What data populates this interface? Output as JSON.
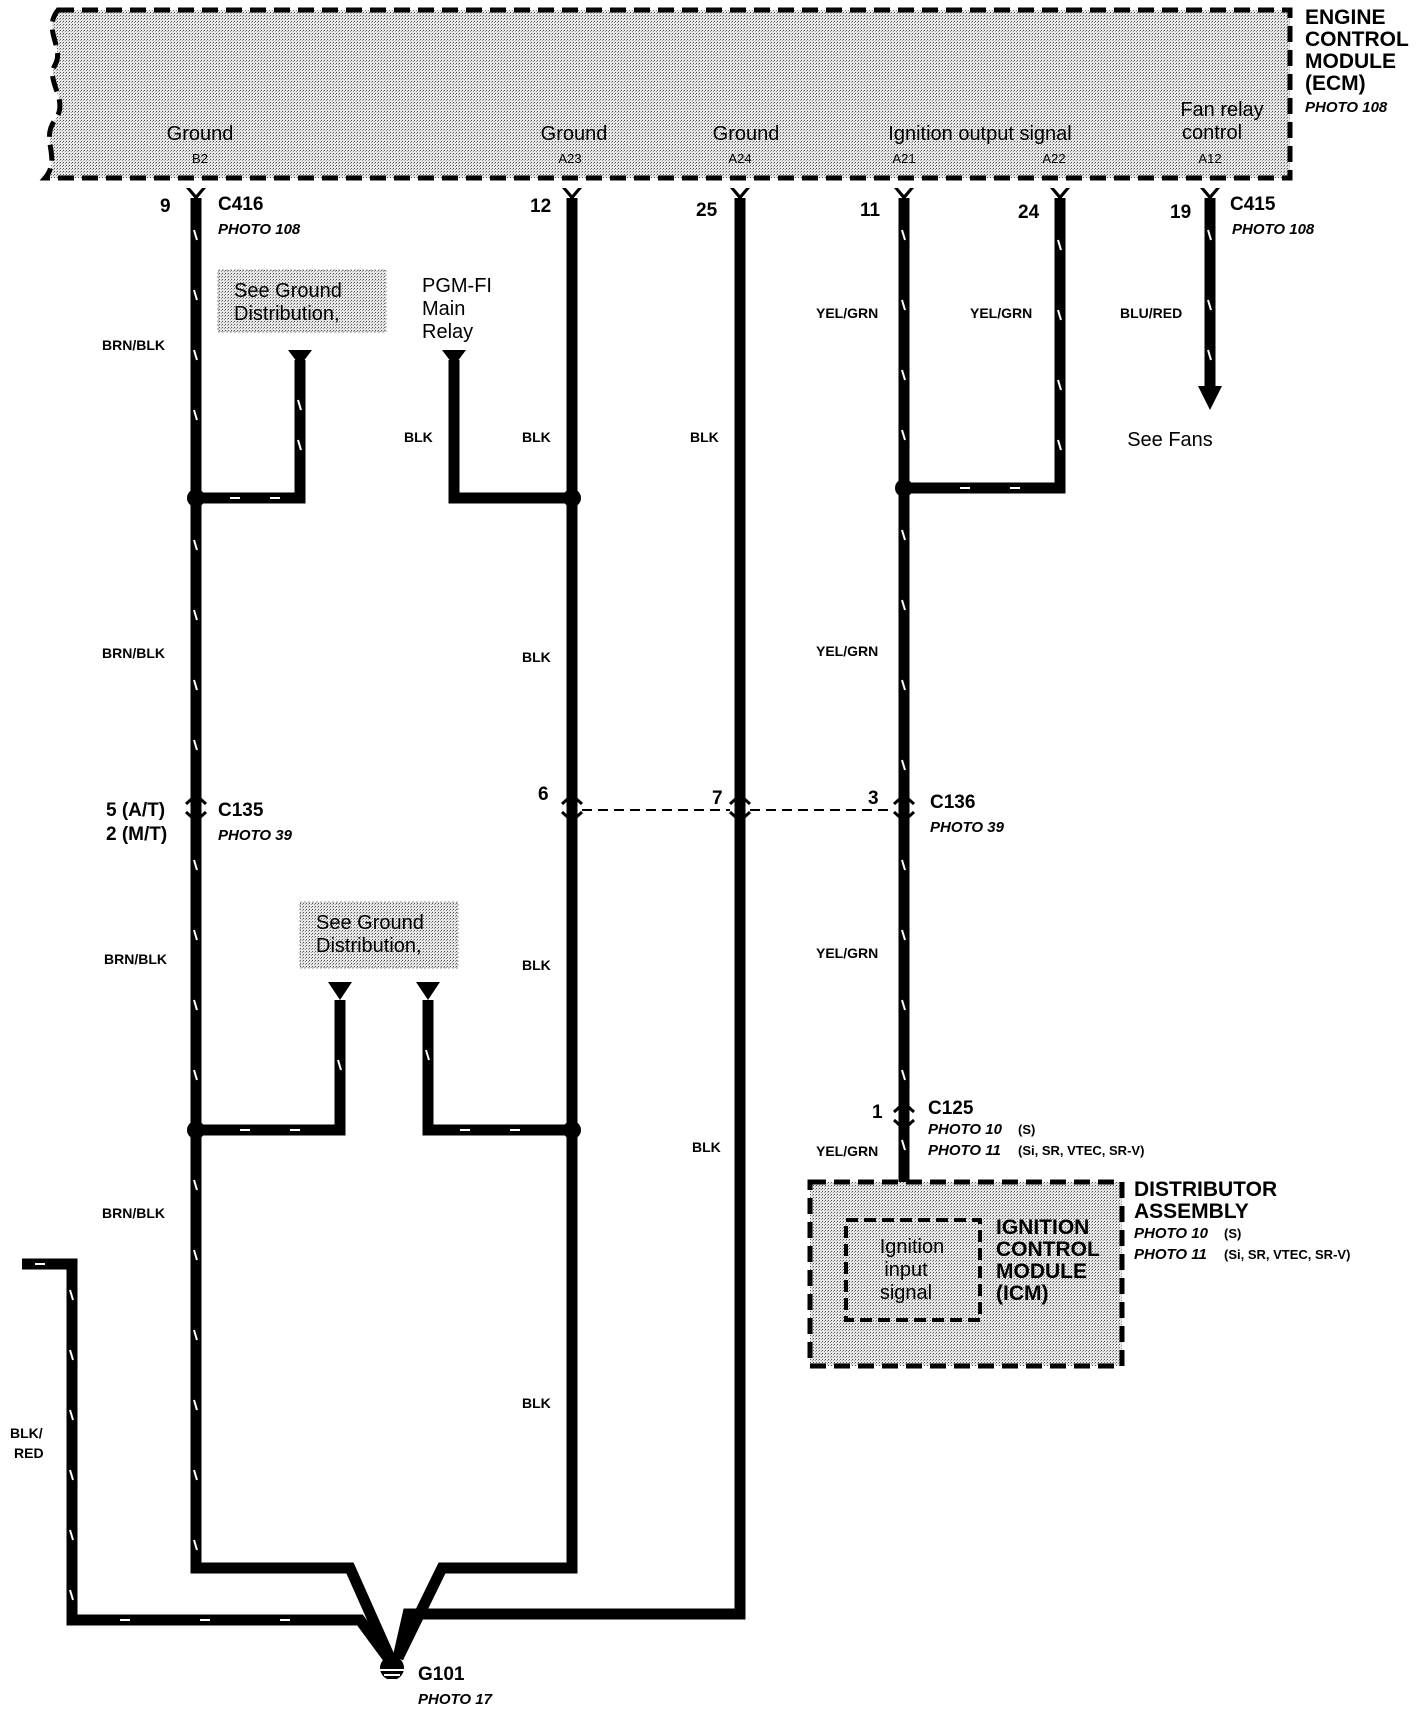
{
  "ecm": {
    "title": [
      "ENGINE",
      "CONTROL",
      "MODULE",
      "(ECM)"
    ],
    "photo": "PHOTO 108",
    "pins": [
      {
        "label": "Ground",
        "code": "B2"
      },
      {
        "label": "Ground",
        "code": "A23"
      },
      {
        "label": "Ground",
        "code": "A24"
      },
      {
        "label": "Ignition output signal",
        "code": "A21"
      },
      {
        "label": "",
        "code": "A22"
      },
      {
        "label": "Fan relay control",
        "code": "A12"
      }
    ]
  },
  "connectors": {
    "c416": {
      "name": "C416",
      "photo": "PHOTO 108"
    },
    "c415": {
      "name": "C415",
      "photo": "PHOTO 108"
    },
    "c135": {
      "name": "C135",
      "photo": "PHOTO 39",
      "pin_at": "5 (A/T)",
      "pin_mt": "2 (M/T)"
    },
    "c136": {
      "name": "C136",
      "photo": "PHOTO 39"
    },
    "c125": {
      "name": "C125",
      "photo1": "PHOTO 10",
      "photo1_note": "(S)",
      "photo2": "PHOTO 11",
      "photo2_note": "(Si, SR, VTEC, SR-V)"
    }
  },
  "pin_numbers": {
    "p9": "9",
    "p12": "12",
    "p25": "25",
    "p11": "11",
    "p24": "24",
    "p19": "19",
    "p6": "6",
    "p7": "7",
    "p3": "3",
    "p1": "1"
  },
  "wire_colors": {
    "brn_blk": "BRN/BLK",
    "blk": "BLK",
    "yel_grn": "YEL/GRN",
    "blu_red": "BLU/RED",
    "blk_red_1": "BLK/",
    "blk_red_2": "RED"
  },
  "refs": {
    "see_ground_1": "See Ground",
    "see_ground_2": "Distribution,",
    "pgm_fi": [
      "PGM-FI",
      "Main",
      "Relay"
    ],
    "see_fans": "See Fans"
  },
  "distributor": {
    "title": [
      "DISTRIBUTOR",
      "ASSEMBLY"
    ],
    "photo1": "PHOTO 10",
    "photo1_note": "(S)",
    "photo2": "PHOTO 11",
    "photo2_note": "(Si, SR, VTEC, SR-V)",
    "icm": [
      "IGNITION",
      "CONTROL",
      "MODULE",
      "(ICM)"
    ],
    "signal": [
      "Ignition",
      "input",
      "signal"
    ]
  },
  "ground": {
    "name": "G101",
    "photo": "PHOTO 17"
  },
  "colors": {
    "stipple": "#c8c8c8",
    "wire": "#000000"
  }
}
